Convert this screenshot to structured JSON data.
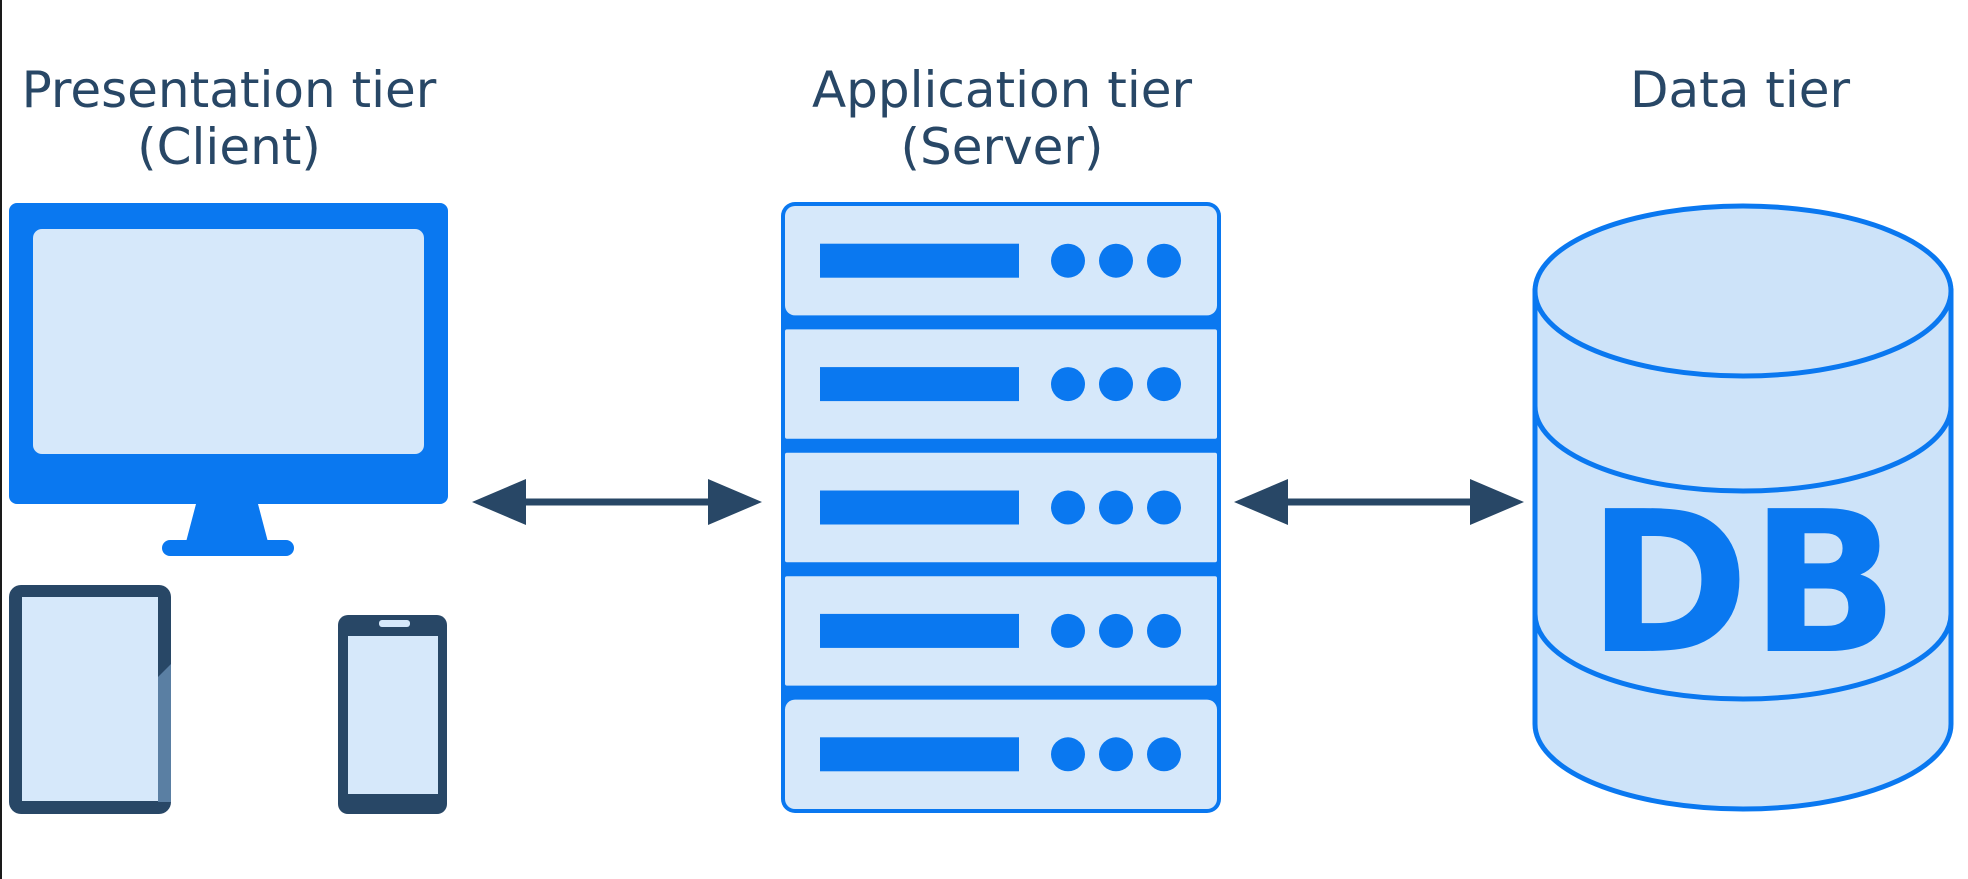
{
  "diagram": {
    "title": "",
    "colors": {
      "primary_blue": "#0a78f0",
      "light_blue_fill": "#d6e8fa",
      "db_fill": "#cde3f9",
      "dark_navy": "#284766",
      "background": "#ffffff"
    },
    "tiers": [
      {
        "id": "presentation",
        "label_line1": "Presentation tier",
        "label_line2": "(Client)",
        "icons": [
          "desktop-monitor-icon",
          "tablet-icon",
          "smartphone-icon"
        ]
      },
      {
        "id": "application",
        "label_line1": "Application tier",
        "label_line2": "(Server)",
        "icons": [
          "server-rack-icon"
        ],
        "server_units": 5
      },
      {
        "id": "data",
        "label_line1": "Data tier",
        "label_line2": "",
        "icons": [
          "database-cylinder-icon"
        ],
        "db_text": "DB"
      }
    ],
    "connections": [
      {
        "from": "presentation",
        "to": "application",
        "style": "bidirectional-arrow"
      },
      {
        "from": "application",
        "to": "data",
        "style": "bidirectional-arrow"
      }
    ]
  }
}
